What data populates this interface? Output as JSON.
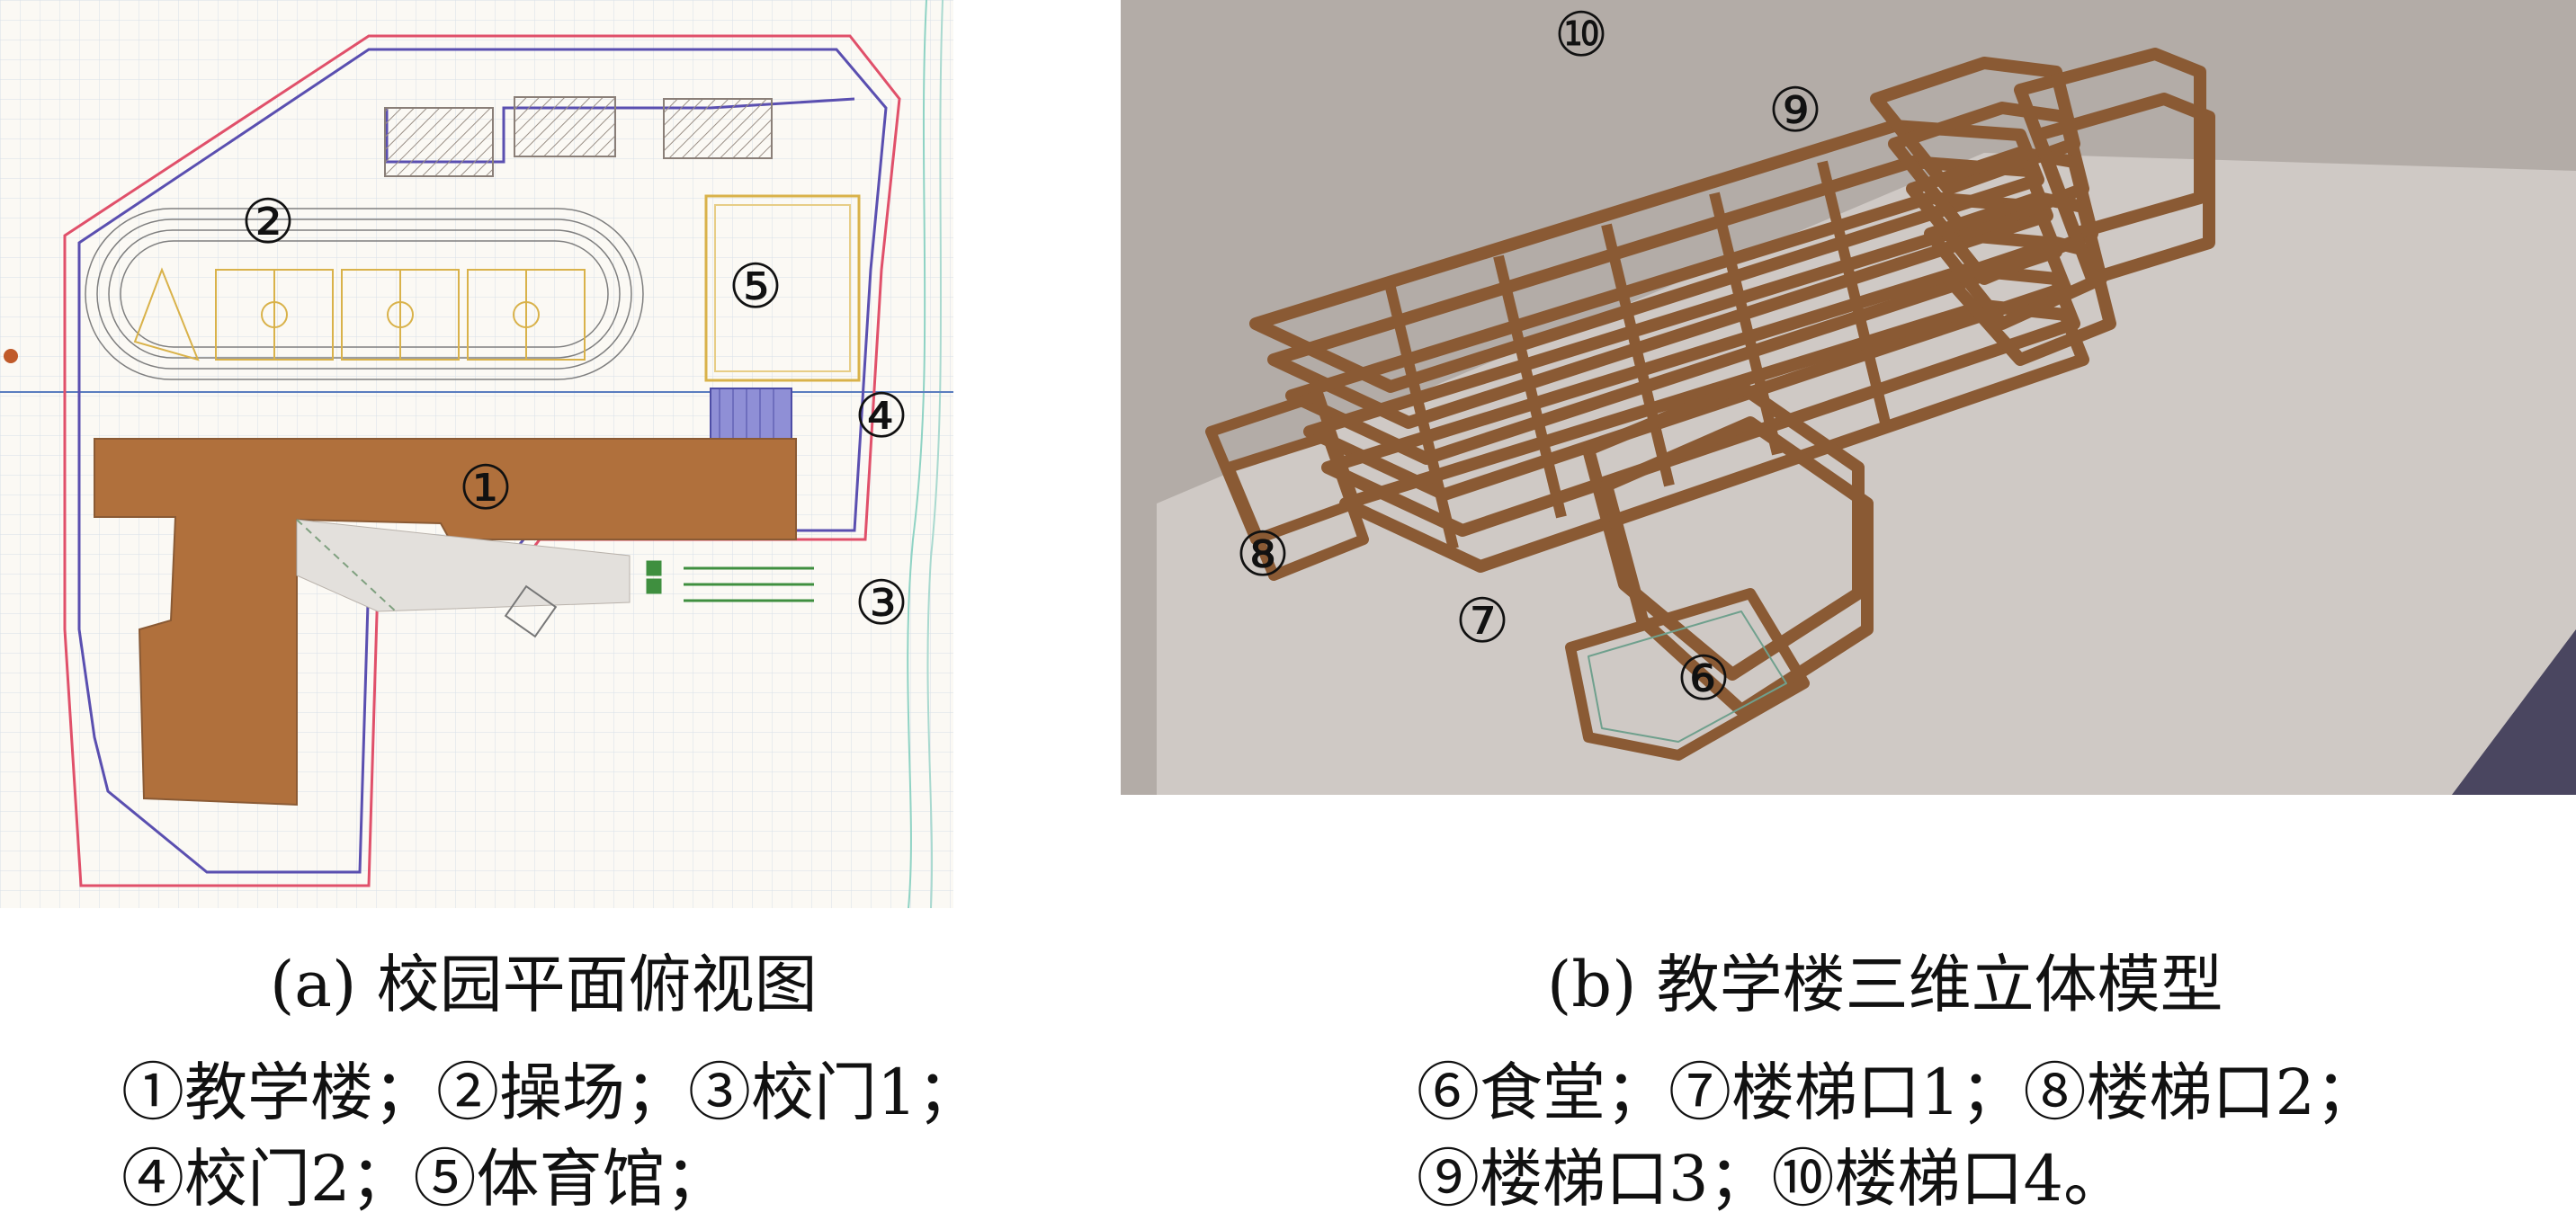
{
  "panel_a": {
    "caption": "(a) 校园平面俯视图",
    "markers": {
      "m1": "①",
      "m2": "②",
      "m3": "③",
      "m4": "④",
      "m5": "⑤"
    },
    "legend": {
      "line1": "①教学楼；②操场；③校门1；",
      "line2": "④校门2；⑤体育馆；"
    }
  },
  "panel_b": {
    "caption": "(b) 教学楼三维立体模型",
    "markers": {
      "m6": "⑥",
      "m7": "⑦",
      "m8": "⑧",
      "m9": "⑨",
      "m10": "⑩"
    },
    "legend": {
      "line1": "⑥食堂；⑦楼梯口1；⑧楼梯口2；",
      "line2": "⑨楼梯口3；⑩楼梯口4。"
    }
  },
  "colors": {
    "building": "#b0703c",
    "building_3d": "#8a5a34",
    "boundary_red": "#e0506a",
    "boundary_blue": "#5a4fb0",
    "gym_outline": "#d9b24a",
    "grid": "#d7dfe8"
  }
}
